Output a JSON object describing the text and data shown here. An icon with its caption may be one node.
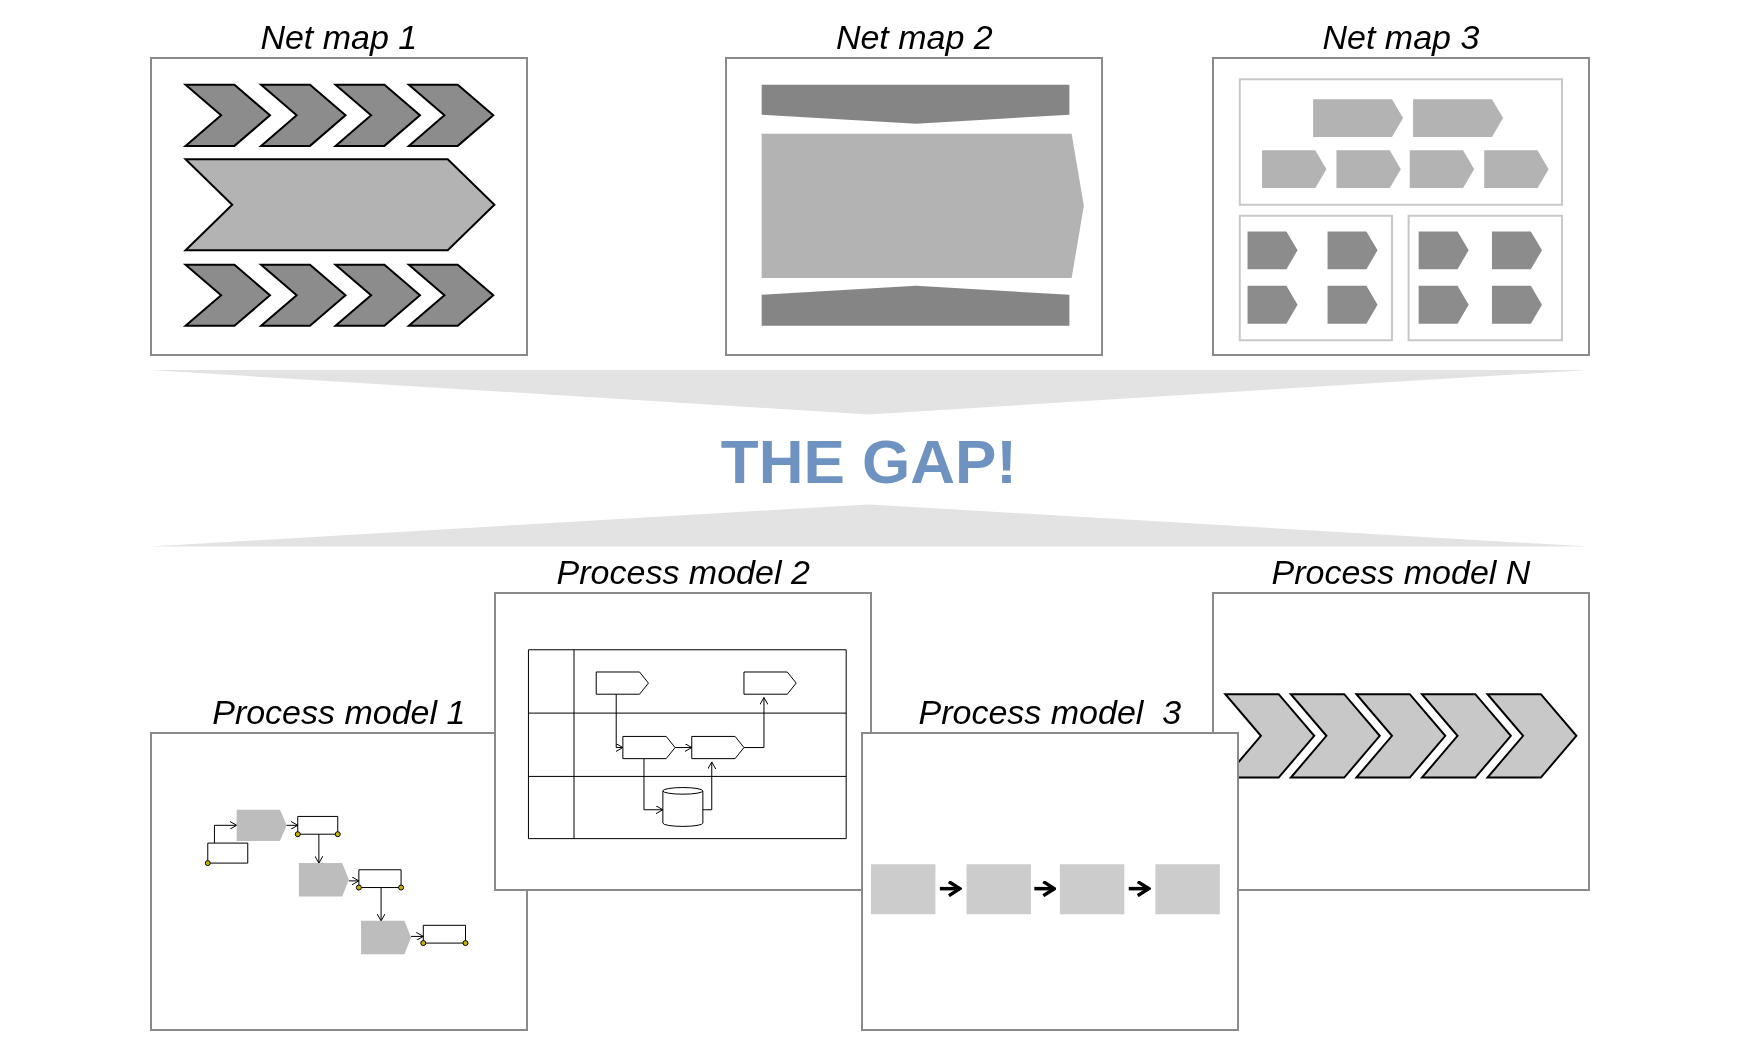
{
  "diagram": {
    "nodes": [
      {
        "text": [
          "Net map 1"
        ]
      },
      {
        "text": [
          "Net map 2"
        ]
      },
      {
        "text": [
          "Net map 3"
        ]
      },
      {
        "text": [
          "Process model 2"
        ]
      },
      {
        "text": [
          "Process model N"
        ]
      },
      {
        "text": [
          "Process model 1"
        ]
      },
      {
        "text": [
          "Process model  3"
        ]
      }
    ],
    "labels": [
      "THE GAP!"
    ]
  }
}
